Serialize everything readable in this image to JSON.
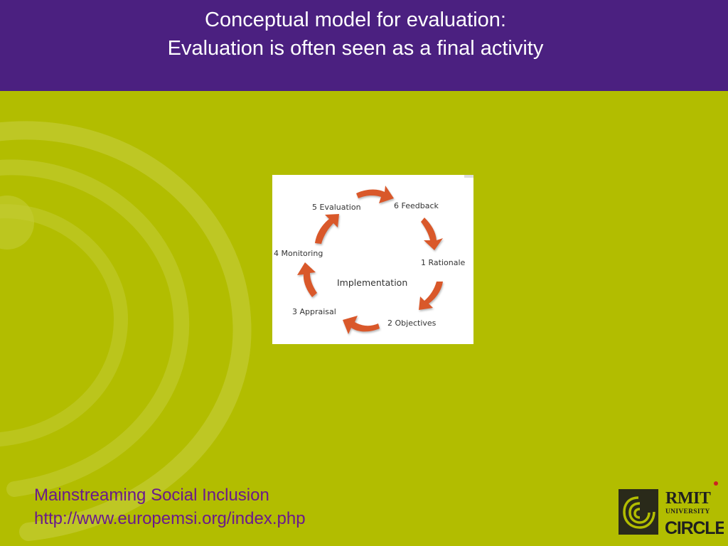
{
  "slide": {
    "title_line1": "Conceptual model for evaluation:",
    "title_line2": "Evaluation is often seen as a final activity"
  },
  "diagram": {
    "center": "Implementation",
    "nodes": [
      {
        "label": "5 Evaluation"
      },
      {
        "label": "6 Feedback"
      },
      {
        "label": "1 Rationale"
      },
      {
        "label": "2 Objectives"
      },
      {
        "label": "3 Appraisal"
      },
      {
        "label": "4 Monitoring"
      }
    ],
    "arrow_color": "#d9592a"
  },
  "footer": {
    "line1": "Mainstreaming Social Inclusion",
    "line2": "http://www.europemsi.org/index.php"
  },
  "logo": {
    "brand": "RMIT",
    "sub": "UNIVERSITY",
    "name": "CIRCLE"
  },
  "colors": {
    "header_bg": "#4b2080",
    "slide_bg": "#b2bd00",
    "footer_text": "#6a1a8c"
  }
}
